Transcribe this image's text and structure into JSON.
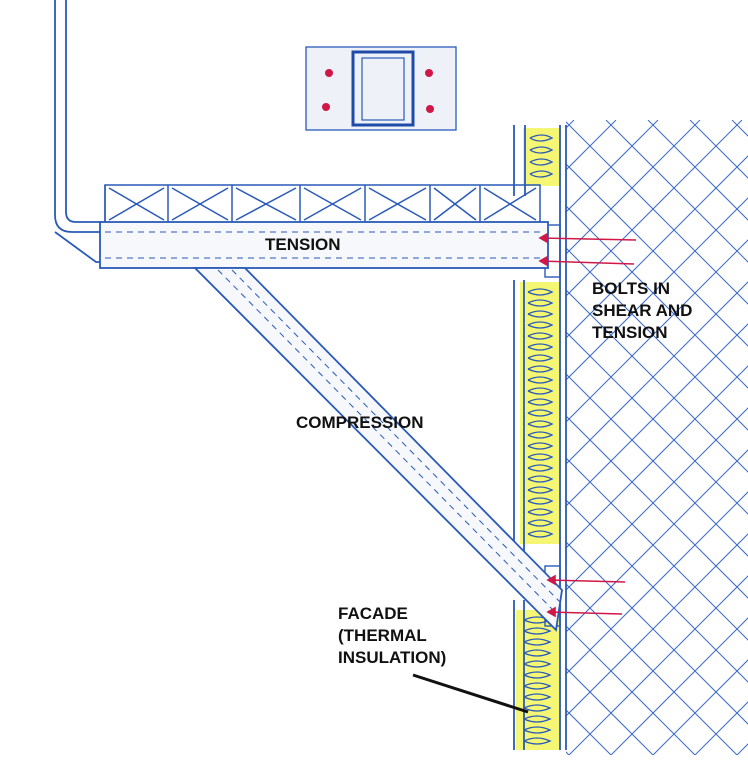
{
  "labels": {
    "tension": "TENSION",
    "compression": "COMPRESSION",
    "bolts": [
      "BOLTS IN",
      "SHEAR AND",
      "TENSION"
    ],
    "facade": [
      "FACADE",
      "(THERMAL",
      "INSULATION)"
    ]
  },
  "colors": {
    "structure": "#2a5ab8",
    "insulation": "#f3f55a",
    "bolt": "#d01848",
    "leader": "#111111",
    "hatch": "#3a6ac8"
  },
  "icons": [
    "connection-plate-icon",
    "bolt-icon",
    "insulation-coil-icon",
    "masonry-hatch-icon"
  ]
}
